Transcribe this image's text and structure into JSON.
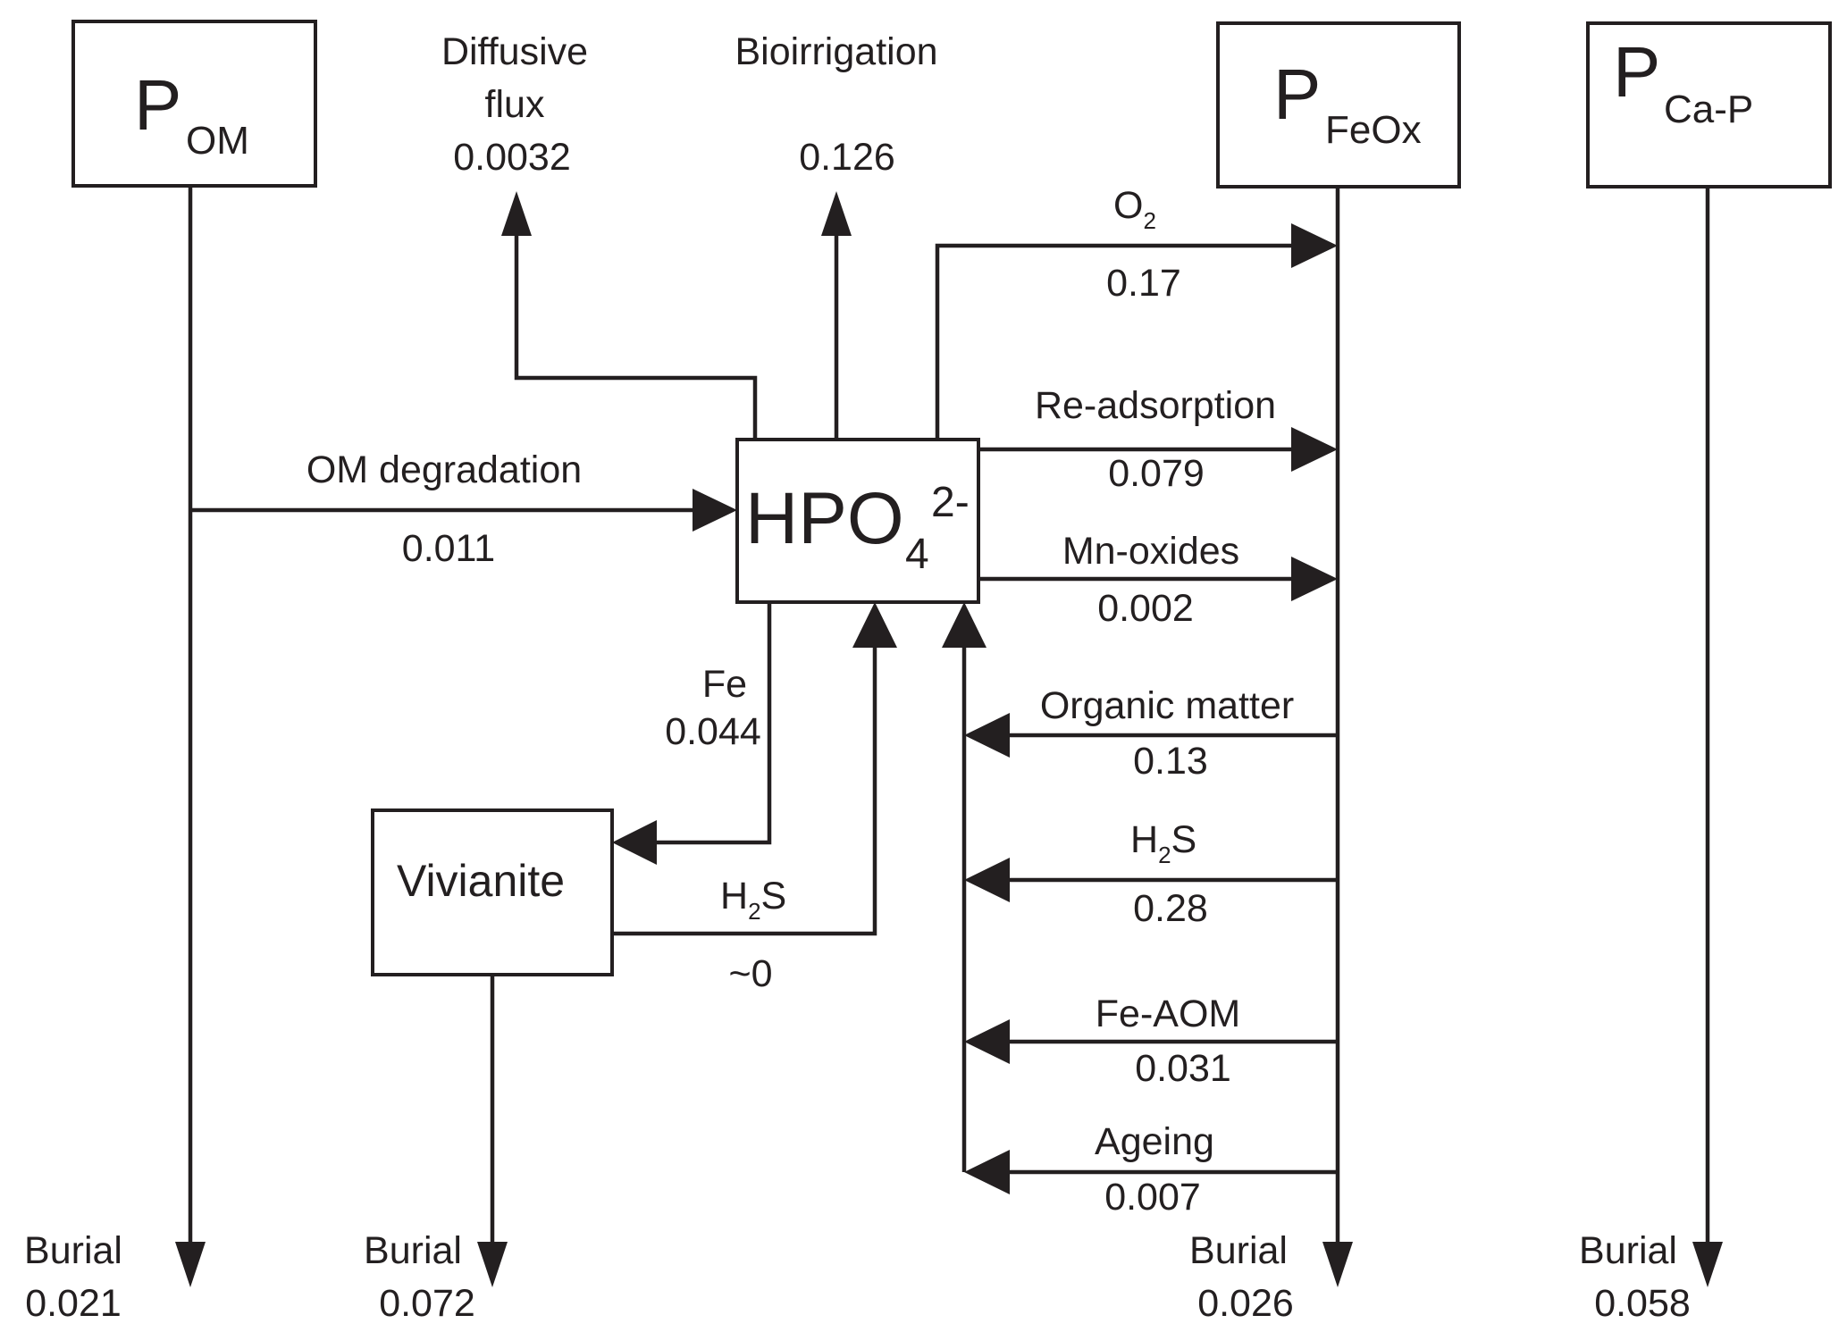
{
  "pools": {
    "pom": {
      "main": "P",
      "sub": "OM"
    },
    "pfeox": {
      "main": "P",
      "sub": "FeOx"
    },
    "pcap": {
      "main": "P",
      "sub": "Ca-P"
    },
    "hpo4": {
      "main": "HPO",
      "sub": "4",
      "sup": "2-"
    },
    "vivianite": {
      "label": "Vivianite"
    }
  },
  "fluxes": {
    "diffusive": {
      "label_line1": "Diffusive",
      "label_line2": "flux",
      "value": "0.0032"
    },
    "bioirrigation": {
      "label": "Bioirrigation",
      "value": "0.126"
    },
    "om_degradation": {
      "label": "OM degradation",
      "value": "0.011"
    },
    "o2": {
      "label": "O",
      "label_sub": "2",
      "value": "0.17"
    },
    "readsorption": {
      "label": "Re-adsorption",
      "value": "0.079"
    },
    "mn_oxides": {
      "label": "Mn-oxides",
      "value": "0.002"
    },
    "fe": {
      "label": "Fe",
      "value": "0.044"
    },
    "viv_h2s": {
      "label_h": "H",
      "label_sub": "2",
      "label_s": "S",
      "value": "~0"
    },
    "organic_matter": {
      "label": "Organic matter",
      "value": "0.13"
    },
    "feox_h2s": {
      "label_h": "H",
      "label_sub": "2",
      "label_s": "S",
      "value": "0.28"
    },
    "fe_aom": {
      "label": "Fe-AOM",
      "value": "0.031"
    },
    "ageing": {
      "label": "Ageing",
      "value": "0.007"
    }
  },
  "burials": [
    {
      "label": "Burial",
      "value": "0.021"
    },
    {
      "label": "Burial",
      "value": "0.072"
    },
    {
      "label": "Burial",
      "value": "0.026"
    },
    {
      "label": "Burial",
      "value": "0.058"
    }
  ]
}
